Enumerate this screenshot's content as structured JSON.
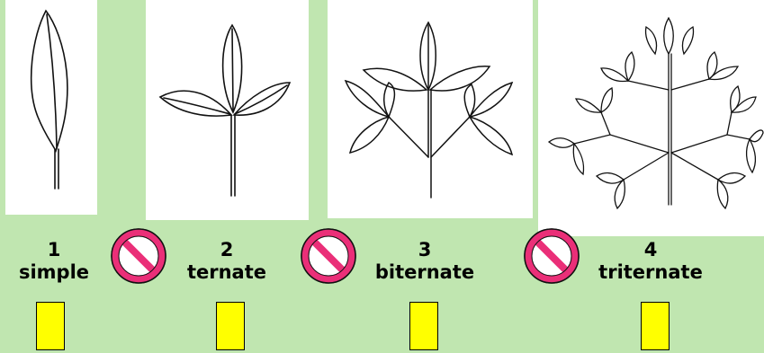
{
  "colors": {
    "background": "#c0e6b0",
    "panel": "#ffffff",
    "answer_box": "#ffff00",
    "no_sign_ring": "#ea2f78",
    "no_sign_fill": "#ffffff"
  },
  "items": [
    {
      "number": "1",
      "name": "simple"
    },
    {
      "number": "2",
      "name": "ternate"
    },
    {
      "number": "3",
      "name": "biternate"
    },
    {
      "number": "4",
      "name": "triternate"
    }
  ],
  "icons": {
    "separator": "no-entry-sign-icon"
  }
}
